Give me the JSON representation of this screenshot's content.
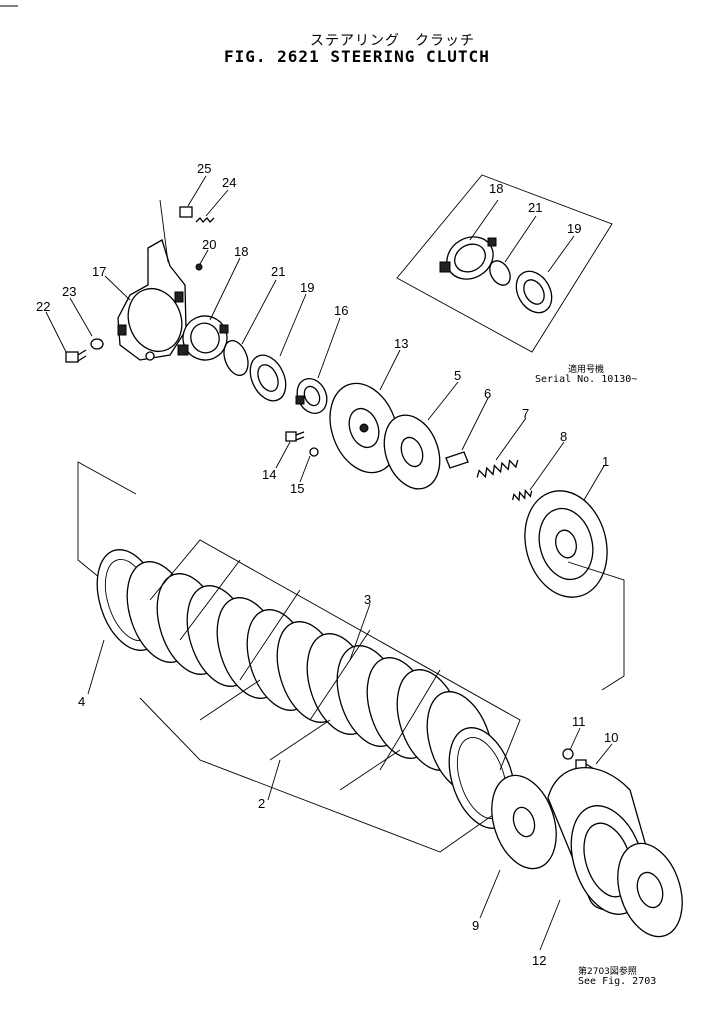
{
  "title": {
    "japanese": "ステアリング　クラッチ",
    "english": "FIG. 2621  STEERING  CLUTCH"
  },
  "inset": {
    "japanese_note": "適用号機",
    "serial_note": "Serial No. 10130~"
  },
  "reference": {
    "japanese_note": "第2703図参照",
    "see_note": "See Fig. 2703"
  },
  "part_numbers": [
    "25",
    "24",
    "20",
    "18",
    "17",
    "21",
    "19",
    "23",
    "22",
    "16",
    "13",
    "14",
    "15",
    "5",
    "6",
    "7",
    "8",
    "1",
    "18",
    "21",
    "19",
    "3",
    "4",
    "2",
    "11",
    "10",
    "9",
    "12"
  ]
}
